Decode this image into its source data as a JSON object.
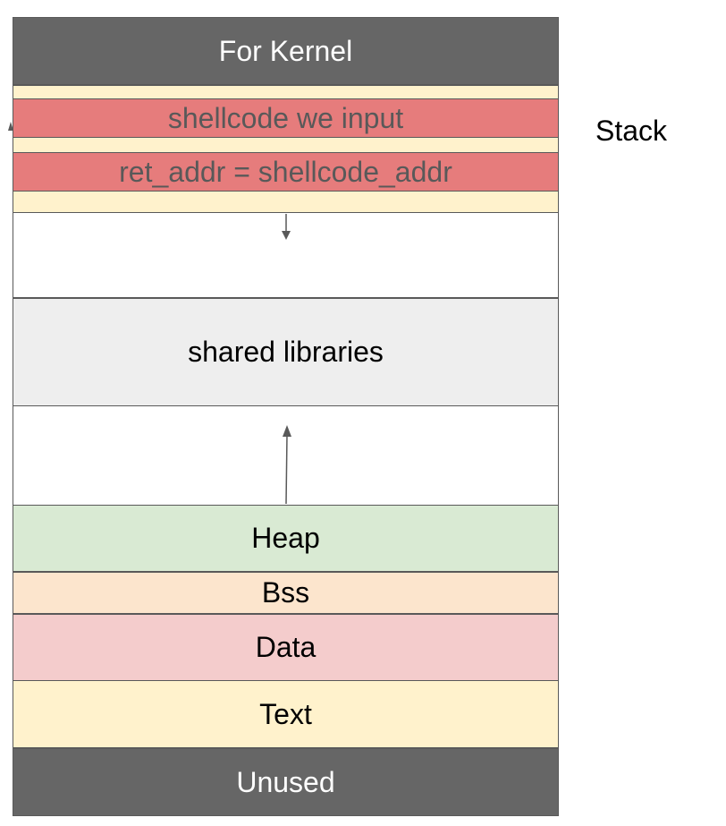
{
  "regions": {
    "kernel": "For Kernel",
    "shared_libraries": "shared libraries",
    "heap": "Heap",
    "bss": "Bss",
    "data": "Data",
    "text": "Text",
    "unused": "Unused"
  },
  "stack": {
    "label": "Stack",
    "shellcode": "shellcode we input",
    "ret_addr": "ret_addr = shellcode_addr"
  },
  "colors": {
    "kernel": "#666666",
    "stack": "#fff2cc",
    "shellcode": "#e67c7c",
    "shared_libraries": "#eeeeee",
    "heap": "#d9ead3",
    "bss": "#fce5cd",
    "data": "#f4cccc",
    "text": "#fff2cc",
    "unused": "#666666"
  }
}
